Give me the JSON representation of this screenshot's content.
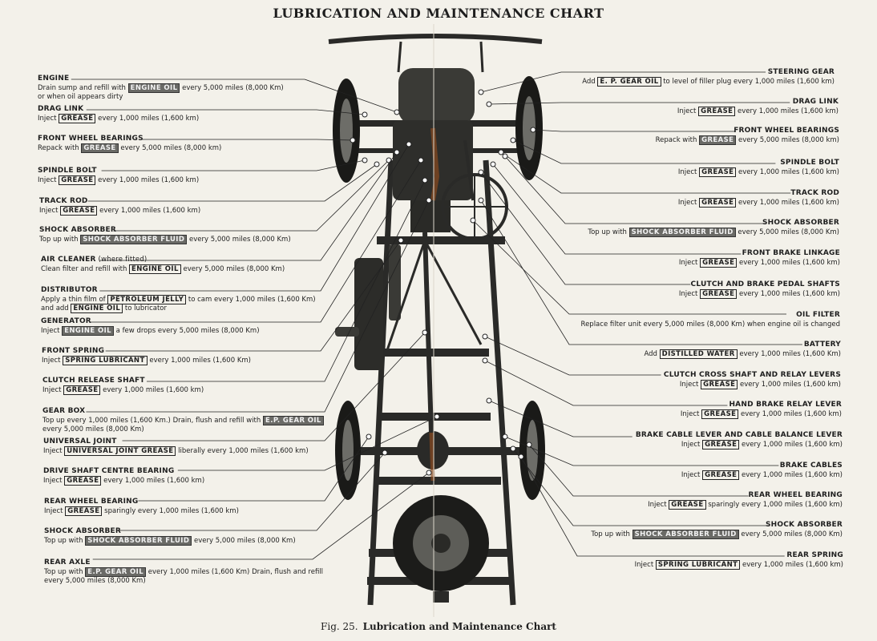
{
  "title": "LUBRICATION AND MAINTENANCE CHART",
  "caption": {
    "fig": "Fig. 25.",
    "text": "Lubrication and Maintenance Chart"
  },
  "left_entries": [
    {
      "head": "ENGINE",
      "lines": [
        [
          "Drain sump and refill with ",
          {
            "box": "ENGINE OIL",
            "dark": true
          },
          " every 5,000 miles (8,000 Km)"
        ],
        [
          "or when oil appears dirty"
        ]
      ]
    },
    {
      "head": "DRAG LINK",
      "lines": [
        [
          "Inject ",
          {
            "box": "GREASE"
          },
          " every 1,000 miles (1,600 km)"
        ]
      ]
    },
    {
      "head": "FRONT WHEEL BEARINGS",
      "lines": [
        [
          "Repack with ",
          {
            "box": "GREASE",
            "dark": true
          },
          " every 5,000 miles (8,000 km)"
        ]
      ]
    },
    {
      "head": "SPINDLE BOLT",
      "lines": [
        [
          "Inject ",
          {
            "box": "GREASE"
          },
          " every 1,000 miles (1,600 km)"
        ]
      ]
    },
    {
      "head": "TRACK ROD",
      "lines": [
        [
          "Inject ",
          {
            "box": "GREASE"
          },
          " every 1,000 miles (1,600 km)"
        ]
      ]
    },
    {
      "head": "SHOCK ABSORBER",
      "lines": [
        [
          "Top up with ",
          {
            "box": "SHOCK ABSORBER FLUID",
            "dark": true
          },
          " every 5,000 miles (8,000 Km)"
        ]
      ]
    },
    {
      "head": "AIR CLEANER",
      "sub": " (where fitted)",
      "lines": [
        [
          "Clean filter and refill with ",
          {
            "box": "ENGINE OIL"
          },
          " every 5,000 miles (8,000 Km)"
        ]
      ]
    },
    {
      "head": "DISTRIBUTOR",
      "lines": [
        [
          "Apply a thin film of ",
          {
            "box": "PETROLEUM JELLY"
          },
          " to cam every 1,000 miles (1,600 Km)"
        ],
        [
          "and add ",
          {
            "box": "ENGINE OIL"
          },
          " to lubricator"
        ]
      ]
    },
    {
      "head": "GENERATOR",
      "lines": [
        [
          "Inject ",
          {
            "box": "ENGINE OIL",
            "dark": true
          },
          " a few drops every 5,000 miles (8,000 Km)"
        ]
      ]
    },
    {
      "head": "FRONT SPRING",
      "lines": [
        [
          "Inject ",
          {
            "box": "SPRING LUBRICANT"
          },
          " every 1,000 miles (1,600 Km)"
        ]
      ]
    },
    {
      "head": "CLUTCH RELEASE SHAFT",
      "lines": [
        [
          "Inject ",
          {
            "box": "GREASE"
          },
          " every 1,000 miles (1,600 km)"
        ]
      ]
    },
    {
      "head": "GEAR BOX",
      "lines": [
        [
          "Top up every 1,000 miles (1,600 Km.) Drain, flush and refill with ",
          {
            "box": "E.P. GEAR OIL",
            "dark": true
          }
        ],
        [
          "every 5,000 miles (8,000 Km)"
        ]
      ]
    },
    {
      "head": "UNIVERSAL JOINT",
      "lines": [
        [
          "Inject ",
          {
            "box": "UNIVERSAL JOINT GREASE"
          },
          " liberally every 1,000 miles (1,600 km)"
        ]
      ]
    },
    {
      "head": "DRIVE SHAFT CENTRE BEARING",
      "lines": [
        [
          "Inject ",
          {
            "box": "GREASE"
          },
          " every 1,000 miles (1,600 km)"
        ]
      ]
    },
    {
      "head": "REAR WHEEL BEARING",
      "lines": [
        [
          "Inject ",
          {
            "box": "GREASE"
          },
          " sparingly every 1,000 miles (1,600 km)"
        ]
      ]
    },
    {
      "head": "SHOCK ABSORBER",
      "lines": [
        [
          "Top up with ",
          {
            "box": "SHOCK ABSORBER FLUID",
            "dark": true
          },
          " every 5,000 miles (8,000 Km)"
        ]
      ]
    },
    {
      "head": "REAR AXLE",
      "lines": [
        [
          "Top up with ",
          {
            "box": "E.P. GEAR OIL",
            "dark": true
          },
          " every 1,000 miles (1,600 Km) Drain, flush and refill"
        ],
        [
          "every 5,000 miles (8,000 Km)"
        ]
      ]
    }
  ],
  "right_entries": [
    {
      "head": "STEERING GEAR",
      "lines": [
        [
          "Add ",
          {
            "box": "E. P. GEAR OIL"
          },
          " to level of filler plug every 1,000 miles (1,600 km)"
        ]
      ]
    },
    {
      "head": "DRAG LINK",
      "lines": [
        [
          "Inject ",
          {
            "box": "GREASE"
          },
          " every 1,000 miles (1,600 km)"
        ]
      ]
    },
    {
      "head": "FRONT WHEEL BEARINGS",
      "lines": [
        [
          "Repack with ",
          {
            "box": "GREASE",
            "dark": true
          },
          " every 5,000 miles (8,000 km)"
        ]
      ]
    },
    {
      "head": "SPINDLE BOLT",
      "lines": [
        [
          "Inject ",
          {
            "box": "GREASE"
          },
          " every 1,000 miles (1,600 km)"
        ]
      ]
    },
    {
      "head": "TRACK ROD",
      "lines": [
        [
          "Inject ",
          {
            "box": "GREASE"
          },
          " every 1,000 miles (1,600 km)"
        ]
      ]
    },
    {
      "head": "SHOCK ABSORBER",
      "lines": [
        [
          "Top up with ",
          {
            "box": "SHOCK ABSORBER FLUID",
            "dark": true
          },
          " every 5,000 miles (8,000 Km)"
        ]
      ]
    },
    {
      "head": "FRONT BRAKE LINKAGE",
      "lines": [
        [
          "Inject ",
          {
            "box": "GREASE"
          },
          " every 1,000 miles (1,600 km)"
        ]
      ]
    },
    {
      "head": "CLUTCH AND BRAKE PEDAL SHAFTS",
      "lines": [
        [
          "Inject ",
          {
            "box": "GREASE"
          },
          " every 1,000 miles (1,600 km)"
        ]
      ]
    },
    {
      "head": "OIL FILTER",
      "lines": [
        [
          "Replace filter unit every 5,000 miles (8,000 Km) when engine oil is changed"
        ]
      ]
    },
    {
      "head": "BATTERY",
      "lines": [
        [
          "Add ",
          {
            "box": "DISTILLED WATER"
          },
          " every 1,000 miles (1,600 Km)"
        ]
      ]
    },
    {
      "head": "CLUTCH CROSS SHAFT AND RELAY LEVERS",
      "lines": [
        [
          "Inject ",
          {
            "box": "GREASE"
          },
          " every 1,000 miles (1,600 km)"
        ]
      ]
    },
    {
      "head": "HAND BRAKE RELAY LEVER",
      "lines": [
        [
          "Inject ",
          {
            "box": "GREASE"
          },
          " every 1,000 miles (1,600 km)"
        ]
      ]
    },
    {
      "head": "BRAKE CABLE LEVER AND CABLE BALANCE LEVER",
      "lines": [
        [
          "Inject ",
          {
            "box": "GREASE"
          },
          " every 1,000 miles (1,600 km)"
        ]
      ]
    },
    {
      "head": "BRAKE CABLES",
      "lines": [
        [
          "Inject ",
          {
            "box": "GREASE"
          },
          " every 1,000 miles (1,600 km)"
        ]
      ]
    },
    {
      "head": "REAR WHEEL BEARING",
      "lines": [
        [
          "Inject ",
          {
            "box": "GREASE"
          },
          " sparingly every 1,000 miles (1,600 km)"
        ]
      ]
    },
    {
      "head": "SHOCK ABSORBER",
      "lines": [
        [
          "Top up with ",
          {
            "box": "SHOCK ABSORBER FLUID",
            "dark": true
          },
          " every 5,000 miles (8,000 Km)"
        ]
      ]
    },
    {
      "head": "REAR SPRING",
      "lines": [
        [
          "Inject ",
          {
            "box": "SPRING LUBRICANT"
          },
          " every 1,000 miles (1,600 km)"
        ]
      ]
    }
  ]
}
